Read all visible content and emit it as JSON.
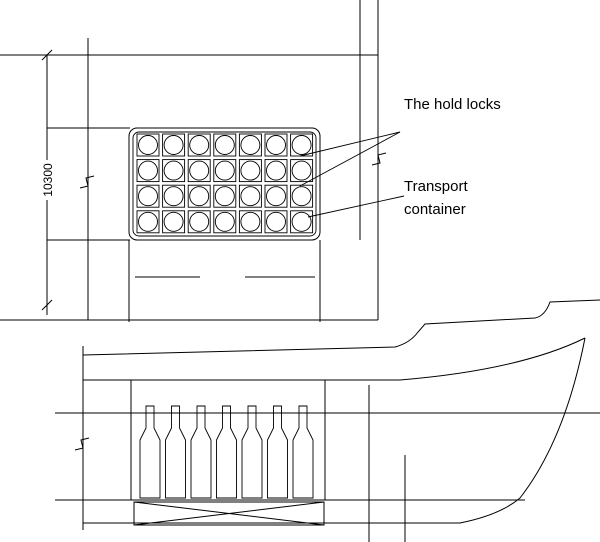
{
  "labels": {
    "hold_locks": "The hold locks",
    "transport_line1": "Transport",
    "transport_line2": "container"
  },
  "dimension": "10300",
  "grid": {
    "rows": 4,
    "cols": 7
  },
  "containers_side_view": 7,
  "colors": {
    "line": "#000000",
    "background": "#ffffff"
  }
}
